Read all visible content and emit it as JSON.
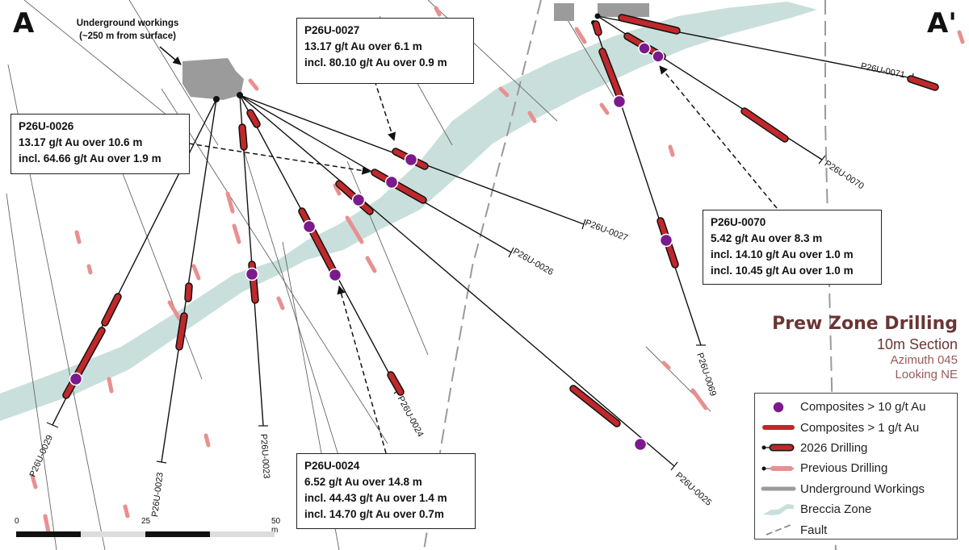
{
  "section": {
    "start": "A",
    "end": "A'"
  },
  "underground_note": [
    "Underground workings",
    "(~250 m from surface)"
  ],
  "callouts": [
    {
      "hole": "P26U-0027",
      "lines": [
        "13.17 g/t Au over 6.1 m",
        "incl. 80.10 g/t Au over 0.9 m"
      ]
    },
    {
      "hole": "P26U-0026",
      "lines": [
        "13.17 g/t Au over 10.6 m",
        "incl. 64.66 g/t Au over 1.9 m"
      ]
    },
    {
      "hole": "P26U-0070",
      "lines": [
        "5.42 g/t Au over 8.3 m",
        "incl. 14.10 g/t Au over 1.0 m",
        "incl. 10.45 g/t Au over 1.0 m"
      ]
    },
    {
      "hole": "P26U-0024",
      "lines": [
        "6.52 g/t Au over 14.8 m",
        "incl. 44.43 g/t Au over 1.4 m",
        "incl. 14.70 g/t Au over 0.7m"
      ]
    }
  ],
  "hole_labels": [
    "P26U-0027",
    "P26U-0026",
    "P26U-0024",
    "P26U-0023",
    "P26U-0023",
    "P26U-0029",
    "P26U-0025",
    "P26U-0071",
    "P26U-0070",
    "P26U-0069"
  ],
  "title": {
    "main": "Prew Zone Drilling",
    "sub": "10m Section",
    "azimuth": "Azimuth 045",
    "looking": "Looking NE"
  },
  "legend": [
    {
      "icon": "purple-circle",
      "label": "Composites > 10 g/t Au"
    },
    {
      "icon": "red-bar",
      "label": "Composites > 1 g/t Au"
    },
    {
      "icon": "new-drillhole",
      "label": "2026 Drilling"
    },
    {
      "icon": "old-drillhole",
      "label": "Previous Drilling"
    },
    {
      "icon": "grey-bar",
      "label": "Underground Workings"
    },
    {
      "icon": "breccia-shape",
      "label": "Breccia Zone"
    },
    {
      "icon": "dashed-line",
      "label": "Fault"
    }
  ],
  "scale_bar": {
    "ticks": [
      "0",
      "25",
      "50 m"
    ]
  },
  "colors": {
    "composite_high": "#7a1a8c",
    "composite_low": "#c0282b",
    "previous_drilling": "#e89090",
    "breccia": "#c9dfdb",
    "underground": "#9b9b9b",
    "title": "#6b3535"
  }
}
